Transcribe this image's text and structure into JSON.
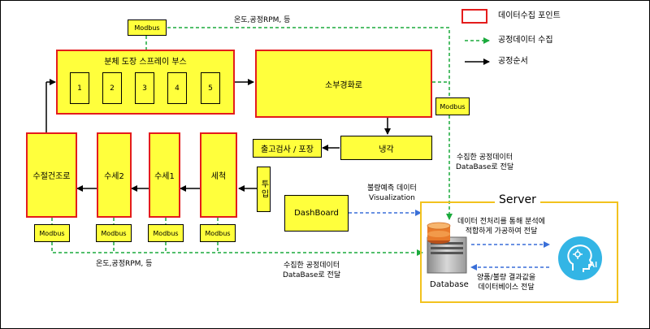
{
  "legend": {
    "collect_point": "데이터수집 포인트",
    "process_data": "공정데이터 수집",
    "process_order": "공정순서"
  },
  "process": {
    "spray_booth": "분체 도장 스프레이 부스",
    "booth_slots": [
      "1",
      "2",
      "3",
      "4",
      "5"
    ],
    "curing_oven": "소부경화로",
    "cooling": "냉각",
    "inspection": "출고검사 / 포장",
    "dry_oven": "수절건조로",
    "wash2": "수세2",
    "wash1": "수세1",
    "cleaning": "세척",
    "input": "투입"
  },
  "modbus": {
    "label": "Modbus"
  },
  "annotations": {
    "top_params": "온도,공정RPM, 등",
    "bottom_params": "온도,공정RPM, 등",
    "right_collect": "수집한 공정데이터\nDataBase로 전달",
    "bottom_collect": "수집한 공정데이터\nDataBase로 전달",
    "dashboard_note": "불량예측 데이터\nVisualization",
    "preprocess": "데이터 전처리를 통해 분석에\n적합하게 가공하여 전달",
    "result": "양품/불량 결과값을\n데이터베이스 전달"
  },
  "dashboard": "DashBoard",
  "server": {
    "title": "Server",
    "database": "Database",
    "ai_label": "AI"
  },
  "colors": {
    "box_fill": "#ffff3c",
    "box_border_red": "#e41c1c",
    "data_line_green": "#1aaa3c",
    "dashboard_line_blue": "#3a6fd8",
    "server_border": "#f2c21e",
    "ai_circle": "#33b5e5"
  },
  "icons": [
    "database-icon",
    "server-icon",
    "ai-head-icon"
  ]
}
